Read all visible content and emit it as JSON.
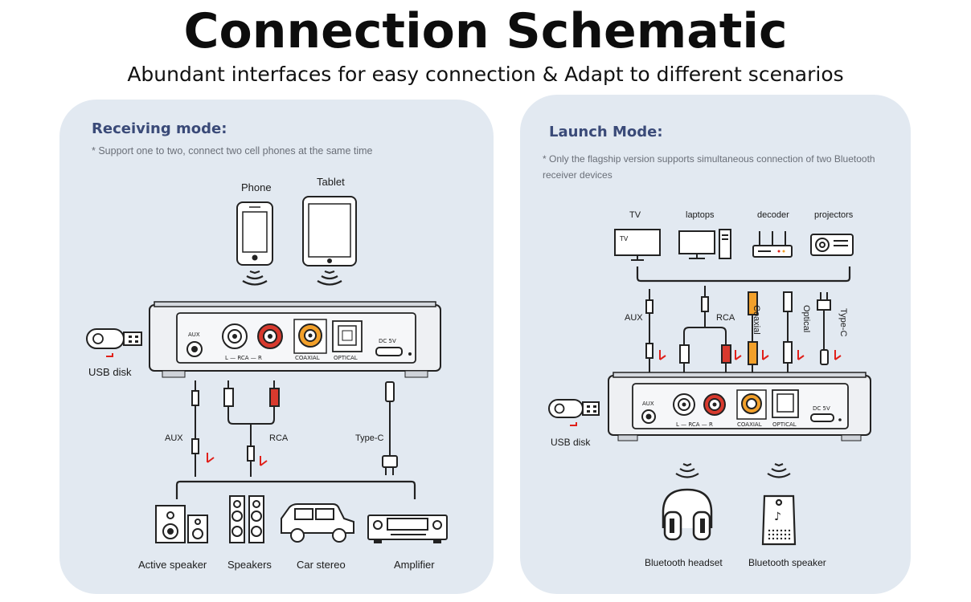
{
  "header": {
    "title": "Connection Schematic",
    "subtitle": "Abundant interfaces for easy connection & Adapt to different scenarios"
  },
  "receiving": {
    "title": "Receiving mode:",
    "note": "* Support one to two, connect two cell phones at the same time",
    "sources": [
      "Phone",
      "Tablet"
    ],
    "usb_label": "USB disk",
    "cables": [
      "AUX",
      "RCA",
      "Type-C"
    ],
    "outputs": [
      "Active speaker",
      "Speakers",
      "Car stereo",
      "Amplifier"
    ]
  },
  "launch": {
    "title": "Launch Mode:",
    "note": "* Only the flagship version supports simultaneous connection of two Bluetooth receiver devices",
    "sources": [
      "TV",
      "laptops",
      "decoder",
      "projectors"
    ],
    "tv_screen_text": "TV",
    "cables": [
      "AUX",
      "RCA",
      "Coaxial",
      "Optical",
      "Type-C"
    ],
    "usb_label": "USB disk",
    "outputs": [
      "Bluetooth headset",
      "Bluetooth speaker"
    ]
  },
  "device_panel": {
    "aux": "AUX",
    "rca": "L — RCA — R",
    "coaxial": "COAXIAL",
    "optical": "OPTICAL",
    "dc": "DC 5V"
  },
  "colors": {
    "panel_bg": "#e2e9f1",
    "mode_title": "#3a4a78",
    "rca_red": "#d83a2e",
    "coaxial_yellow": "#f2a02a",
    "arrow_red": "#e0201a"
  }
}
